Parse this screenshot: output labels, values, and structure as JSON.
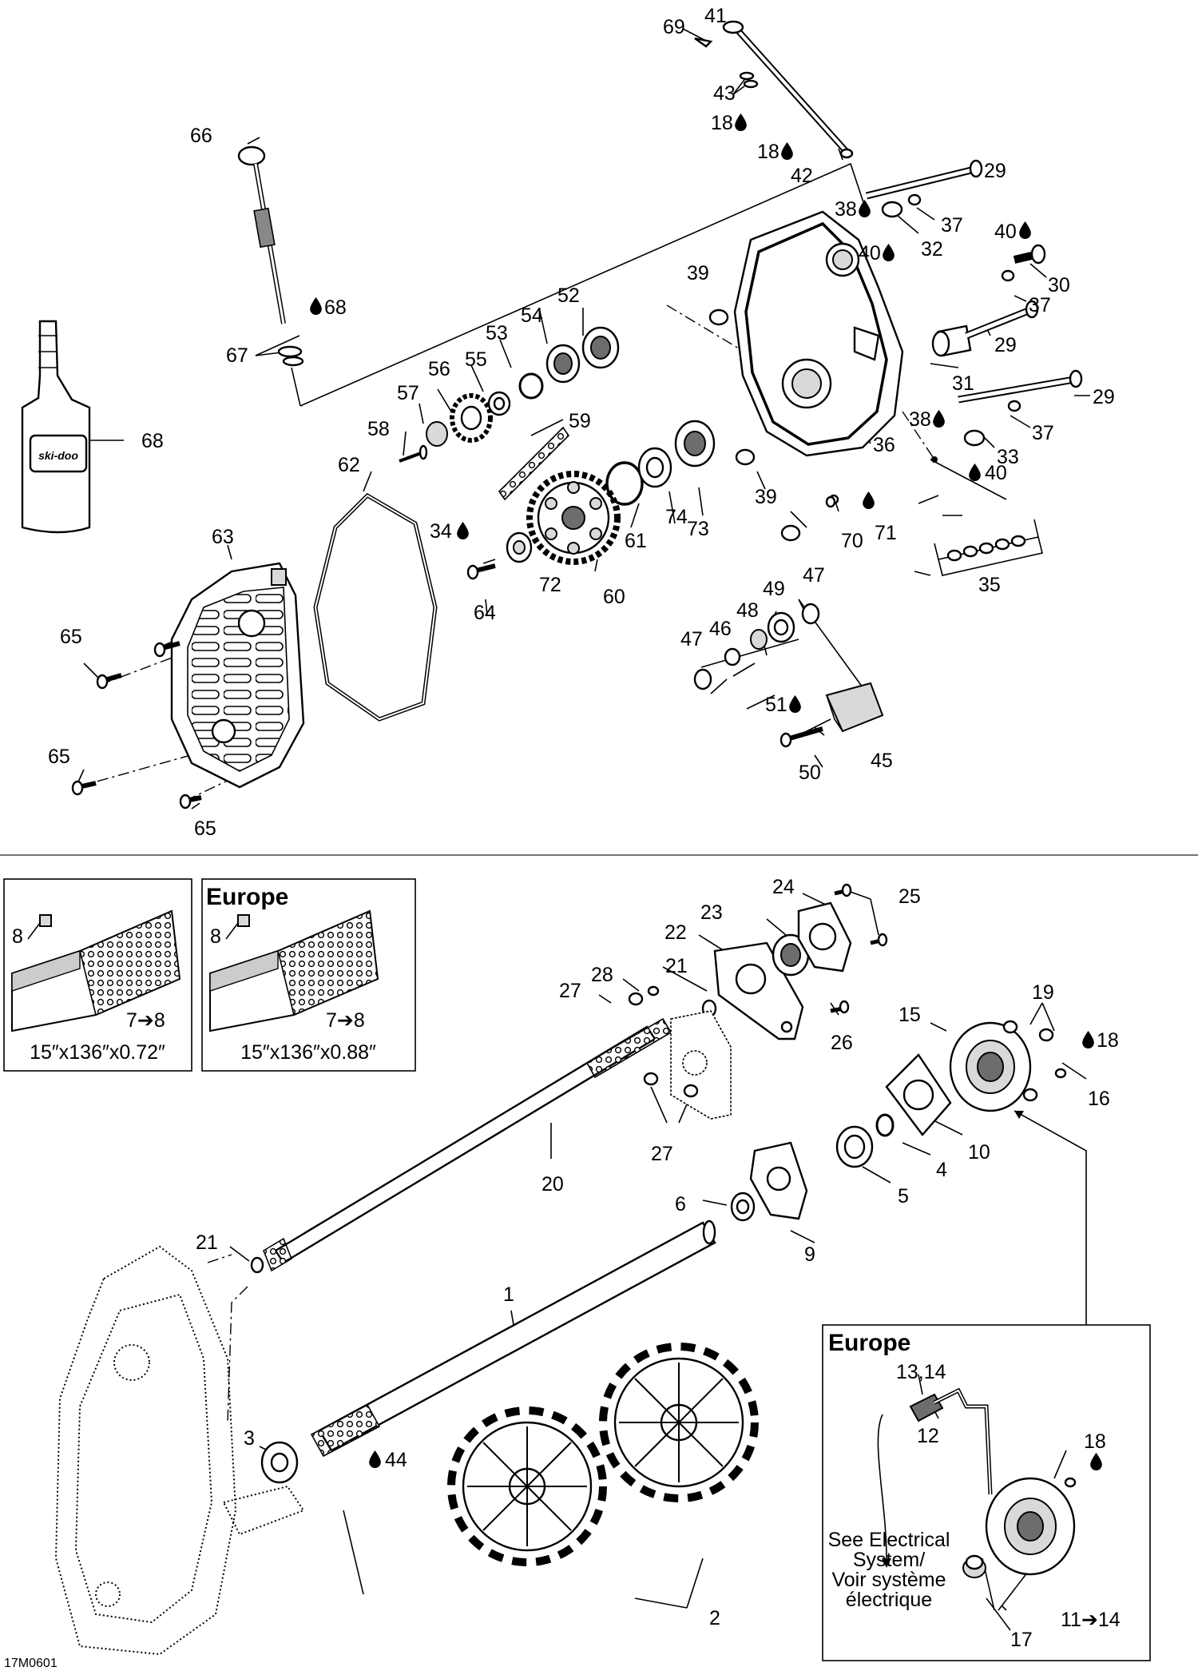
{
  "diagram_id": "17M0601",
  "oil_icon": "oil-drop-icon",
  "arrow_glyph": "➔",
  "box_titles": {
    "europe_track": "Europe",
    "europe_sensor": "Europe"
  },
  "track_sizes": {
    "standard": "15″x136″x0.72″",
    "europe": "15″x136″x0.88″"
  },
  "note_electrical": [
    "See Electrical",
    "System/",
    "Voir système",
    "électrique"
  ],
  "callouts": [
    {
      "id": "c69",
      "text": "69"
    },
    {
      "id": "c41",
      "text": "41"
    },
    {
      "id": "c43",
      "text": "43"
    },
    {
      "id": "c18a",
      "text": "18",
      "oil": true
    },
    {
      "id": "c18b",
      "text": "18",
      "oil": true
    },
    {
      "id": "c42",
      "text": "42"
    },
    {
      "id": "c29a",
      "text": "29"
    },
    {
      "id": "c38a",
      "text": "38",
      "oil": true
    },
    {
      "id": "c37a",
      "text": "37"
    },
    {
      "id": "c40a",
      "text": "40",
      "oil": true,
      "oil_first": true
    },
    {
      "id": "c32",
      "text": "32"
    },
    {
      "id": "c40b",
      "text": "40",
      "oil": true
    },
    {
      "id": "c30",
      "text": "30"
    },
    {
      "id": "c37b",
      "text": "37"
    },
    {
      "id": "c29b",
      "text": "29"
    },
    {
      "id": "c31",
      "text": "31"
    },
    {
      "id": "c29c",
      "text": "29"
    },
    {
      "id": "c38b",
      "text": "38",
      "oil": true
    },
    {
      "id": "c37c",
      "text": "37"
    },
    {
      "id": "c33",
      "text": "33"
    },
    {
      "id": "c40c",
      "text": "40",
      "oil": true,
      "oil_first": true
    },
    {
      "id": "c66",
      "text": "66"
    },
    {
      "id": "c68a",
      "text": "68",
      "oil": true,
      "oil_first": true
    },
    {
      "id": "c67",
      "text": "67"
    },
    {
      "id": "c68b",
      "text": "68"
    },
    {
      "id": "c39a",
      "text": "39"
    },
    {
      "id": "c52",
      "text": "52"
    },
    {
      "id": "c54",
      "text": "54"
    },
    {
      "id": "c53",
      "text": "53"
    },
    {
      "id": "c55",
      "text": "55"
    },
    {
      "id": "c56",
      "text": "56"
    },
    {
      "id": "c57",
      "text": "57"
    },
    {
      "id": "c58",
      "text": "58"
    },
    {
      "id": "c59",
      "text": "59"
    },
    {
      "id": "c62",
      "text": "62"
    },
    {
      "id": "c36",
      "text": "36"
    },
    {
      "id": "c39b",
      "text": "39"
    },
    {
      "id": "c73",
      "text": "73"
    },
    {
      "id": "c74",
      "text": "74"
    },
    {
      "id": "c61",
      "text": "61"
    },
    {
      "id": "c70",
      "text": "70"
    },
    {
      "id": "c71",
      "text": "71",
      "oil": true,
      "oil_first": true
    },
    {
      "id": "c35",
      "text": "35"
    },
    {
      "id": "c63",
      "text": "63"
    },
    {
      "id": "c34",
      "text": "34",
      "oil": true
    },
    {
      "id": "c72",
      "text": "72"
    },
    {
      "id": "c60",
      "text": "60"
    },
    {
      "id": "c64",
      "text": "64"
    },
    {
      "id": "c47a",
      "text": "47"
    },
    {
      "id": "c49",
      "text": "49"
    },
    {
      "id": "c48",
      "text": "48"
    },
    {
      "id": "c46",
      "text": "46"
    },
    {
      "id": "c47b",
      "text": "47"
    },
    {
      "id": "c51",
      "text": "51",
      "oil": true
    },
    {
      "id": "c45",
      "text": "45"
    },
    {
      "id": "c50",
      "text": "50"
    },
    {
      "id": "c65a",
      "text": "65"
    },
    {
      "id": "c65b",
      "text": "65"
    },
    {
      "id": "c65c",
      "text": "65"
    },
    {
      "id": "c24",
      "text": "24"
    },
    {
      "id": "c25",
      "text": "25"
    },
    {
      "id": "c23",
      "text": "23"
    },
    {
      "id": "c22",
      "text": "22"
    },
    {
      "id": "c21a",
      "text": "21"
    },
    {
      "id": "c28",
      "text": "28"
    },
    {
      "id": "c27a",
      "text": "27"
    },
    {
      "id": "c26",
      "text": "26"
    },
    {
      "id": "c15",
      "text": "15"
    },
    {
      "id": "c19",
      "text": "19"
    },
    {
      "id": "c18c",
      "text": "18",
      "oil": true,
      "oil_first": true
    },
    {
      "id": "c16",
      "text": "16"
    },
    {
      "id": "c27b",
      "text": "27"
    },
    {
      "id": "c10",
      "text": "10"
    },
    {
      "id": "c4",
      "text": "4"
    },
    {
      "id": "c5",
      "text": "5"
    },
    {
      "id": "c20",
      "text": "20"
    },
    {
      "id": "c6",
      "text": "6"
    },
    {
      "id": "c9",
      "text": "9"
    },
    {
      "id": "c21b",
      "text": "21"
    },
    {
      "id": "c1",
      "text": "1"
    },
    {
      "id": "c3",
      "text": "3"
    },
    {
      "id": "c44",
      "text": "44",
      "oil": true,
      "oil_first": true
    },
    {
      "id": "c2",
      "text": "2"
    },
    {
      "id": "c8a",
      "text": "8"
    },
    {
      "id": "c8b",
      "text": "8"
    },
    {
      "id": "c7a",
      "text": "7➔8"
    },
    {
      "id": "c7b",
      "text": "7➔8"
    },
    {
      "id": "c1314",
      "text": "13,14"
    },
    {
      "id": "c12",
      "text": "12"
    },
    {
      "id": "c18d",
      "text": "18"
    },
    {
      "id": "c17",
      "text": "17"
    },
    {
      "id": "c1114",
      "text": "11➔14"
    }
  ]
}
